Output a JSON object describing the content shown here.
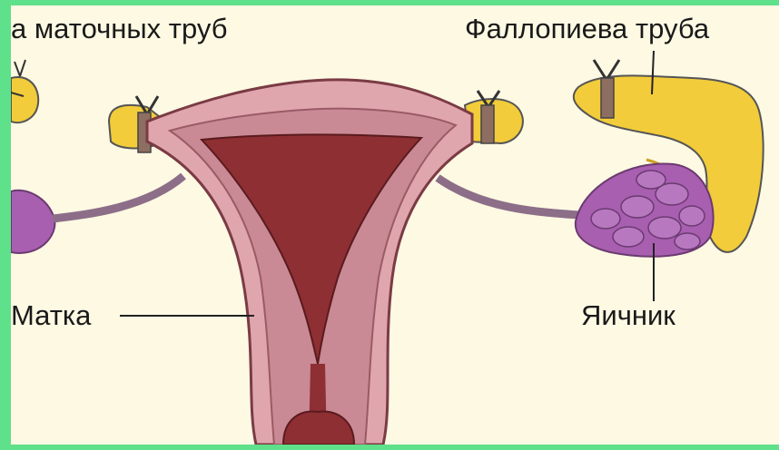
{
  "labels": {
    "top_left": "а маточных труб",
    "top_right": "Фаллопиева труба",
    "uterus": "Матка",
    "ovary": "Яичник"
  },
  "colors": {
    "background": "#fdf9e3",
    "frame": "#5fe08a",
    "uterus_outer": "#e0a6ae",
    "uterus_wall": "#c98a95",
    "uterus_cavity": "#8e2f33",
    "tube": "#f2cc3a",
    "ovary": "#a85fb0",
    "ligament": "#9b7a92"
  }
}
